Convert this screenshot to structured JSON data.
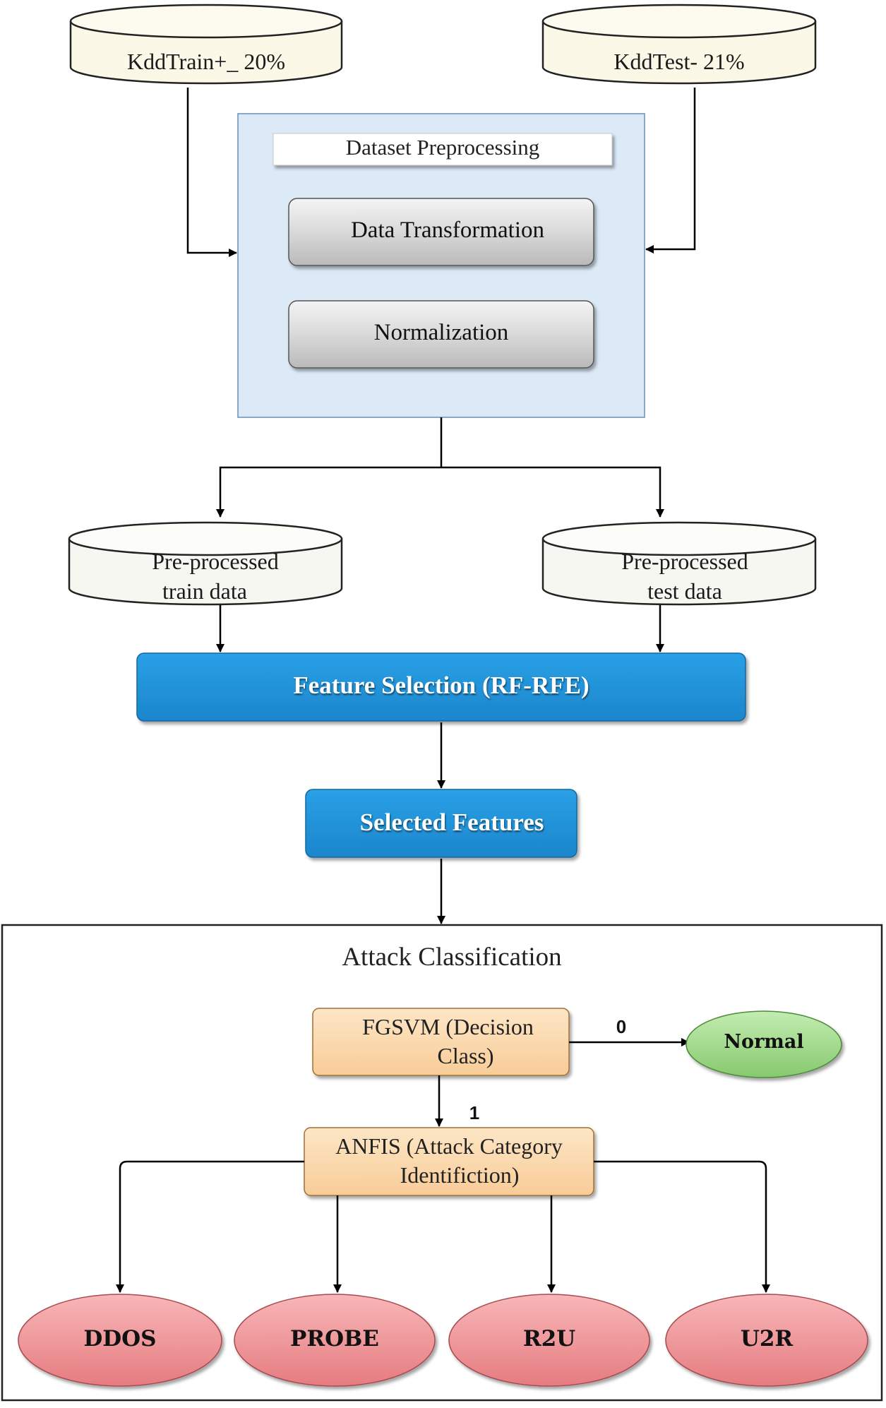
{
  "inputs": {
    "train_db": "KddTrain+_ 20%",
    "test_db": "KddTest- 21%"
  },
  "preprocessing": {
    "title": "Dataset Preprocessing",
    "step1": "Data Transformation",
    "step2": "Normalization"
  },
  "outputs": {
    "train_line1": "Pre-processed",
    "train_line2": "train data",
    "test_line1": "Pre-processed",
    "test_line2": "test data"
  },
  "feature_selection": "Feature Selection (RF-RFE)",
  "selected_features": "Selected Features",
  "classification": {
    "title": "Attack Classification",
    "fgsvm_line1": "FGSVM (Decision",
    "fgsvm_line2": "Class)",
    "anfis_line1": "ANFIS (Attack Category",
    "anfis_line2": "Identifiction)",
    "branch_zero": "0",
    "branch_one": "1",
    "normal": "Normal",
    "attacks": [
      "DDOS",
      "PROBE",
      "R2U",
      "U2R"
    ]
  },
  "colors": {
    "cylinder_fill": "#fbf8e8",
    "preprocess_panel": "#dce9f7",
    "gray_button": "#d4d4d4",
    "blue_box": "#1f8fd6",
    "orange_box": "#fbd8ab",
    "green_ellipse": "#9fd88a",
    "red_ellipse": "#ef9497"
  }
}
